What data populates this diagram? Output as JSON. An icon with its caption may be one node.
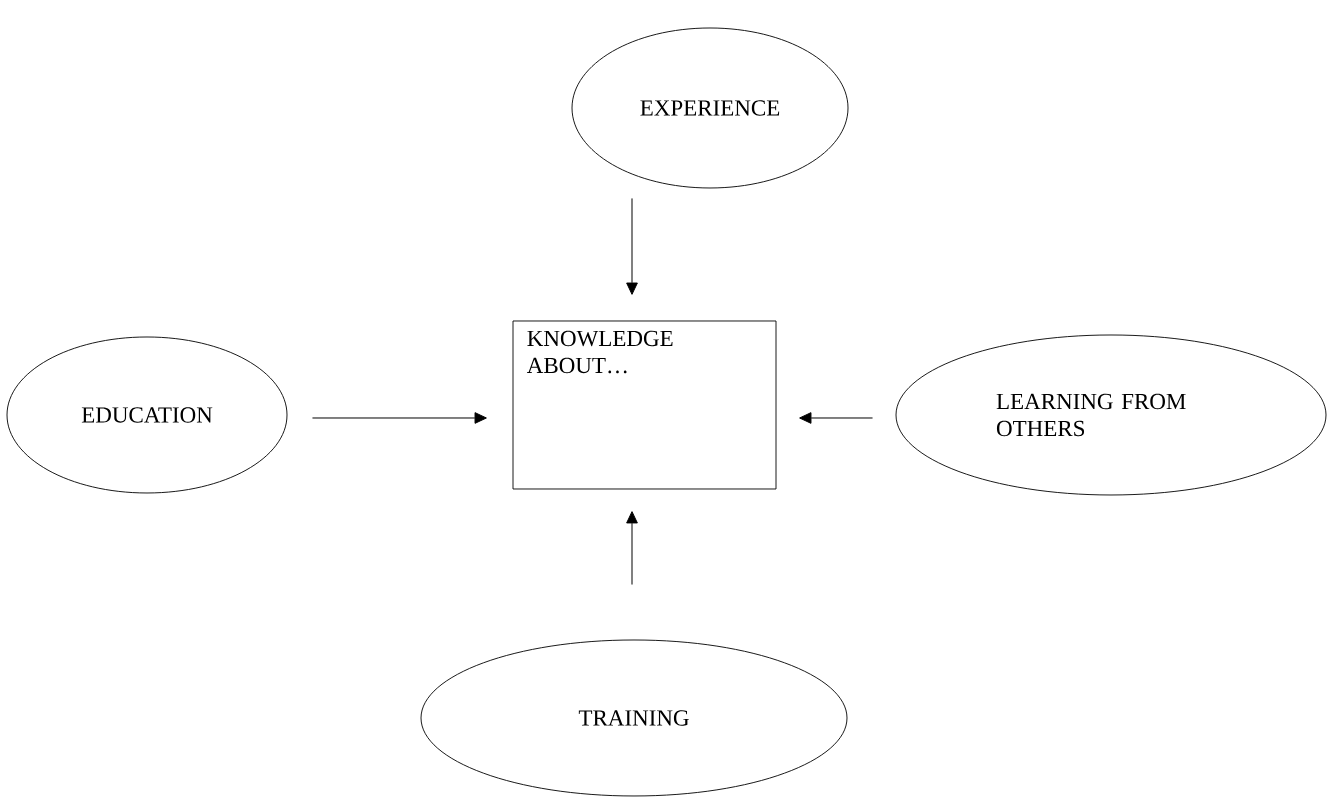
{
  "diagram": {
    "nodes": [
      {
        "text": [
          "EXPERIENCE"
        ]
      },
      {
        "text": [
          "EDUCATION"
        ]
      },
      {
        "text": [
          "KNOWLEDGE ABOUT…"
        ]
      },
      {
        "text": [
          "LEARNING FROM OTHERS"
        ]
      },
      {
        "text": [
          "TRAINING"
        ]
      }
    ],
    "edges": [
      {
        "from": 0,
        "to": 2,
        "arrow": "to"
      },
      {
        "from": 1,
        "to": 2,
        "arrow": "to"
      },
      {
        "from": 3,
        "to": 2,
        "arrow": "to"
      },
      {
        "from": 4,
        "to": 2,
        "arrow": "to"
      }
    ]
  }
}
